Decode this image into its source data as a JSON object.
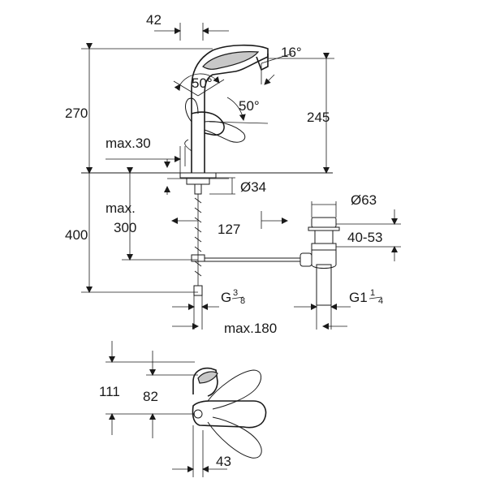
{
  "labels": {
    "dim_42": "42",
    "angle_16": "16°",
    "angle_50_left": "50°",
    "angle_50_right": "50°",
    "dim_270": "270",
    "dim_245": "245",
    "max_30": "max.30",
    "dia_34": "Ø34",
    "dia_63": "Ø63",
    "max_300_line1": "max.",
    "max_300_line2": "300",
    "dim_400": "400",
    "dim_127": "127",
    "dim_40_53": "40-53",
    "g38_base": "G",
    "g38_num": "3",
    "g38_den": "8",
    "g114_base": "G1",
    "g114_num": "1",
    "g114_den": "4",
    "max_180": "max.180",
    "dim_111": "111",
    "dim_82": "82",
    "dim_43": "43"
  }
}
